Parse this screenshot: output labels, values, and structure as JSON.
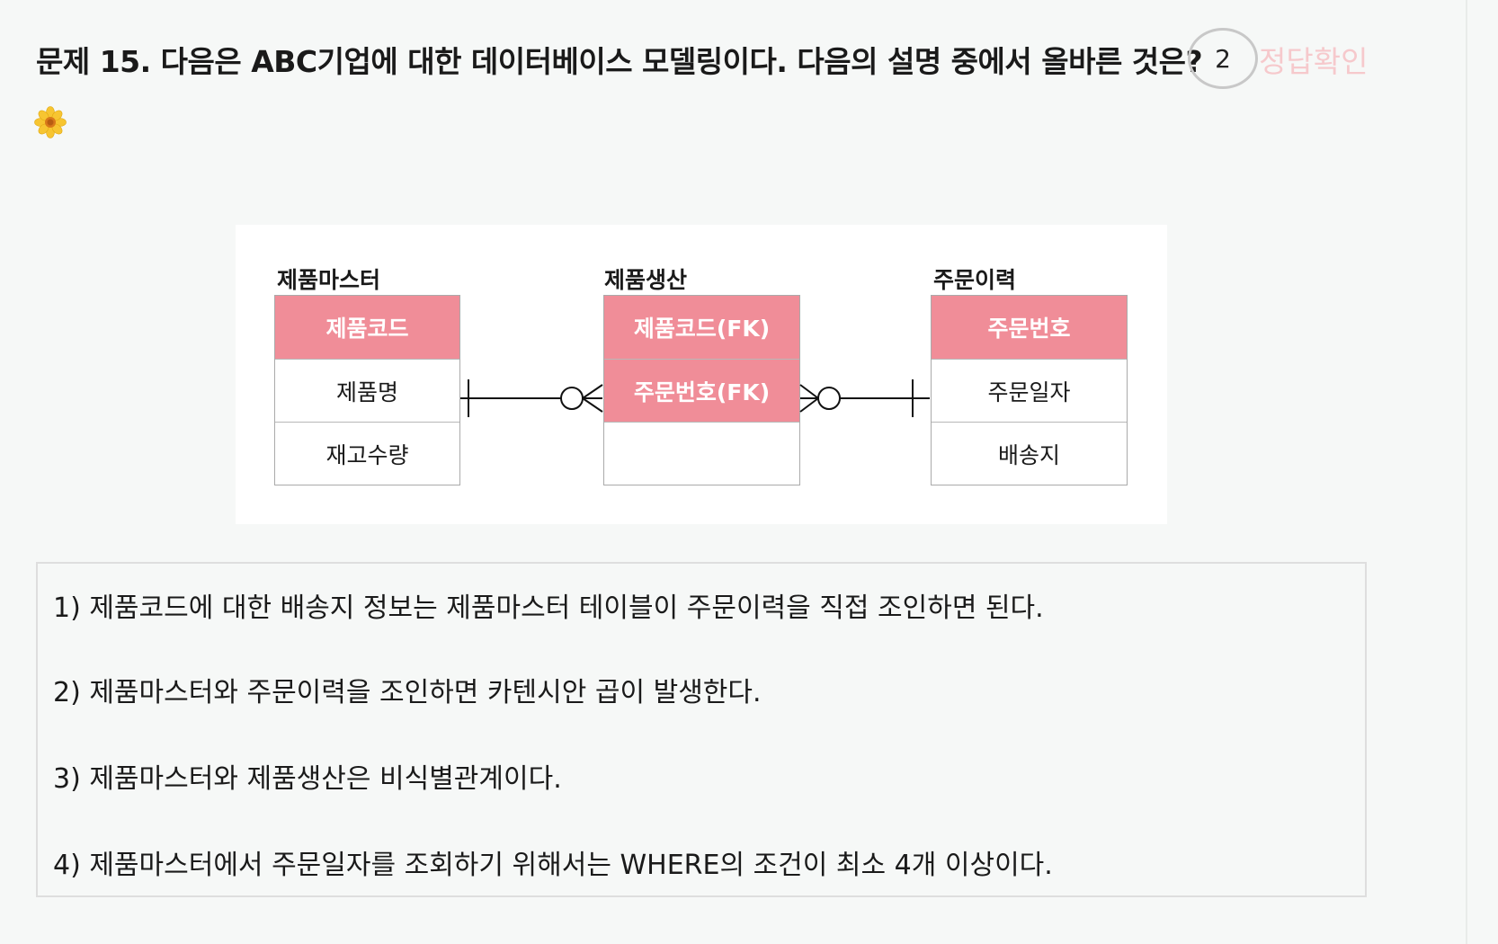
{
  "question": {
    "title": "문제 15. 다음은 ABC기업에 대한 데이터베이스 모델링이다. 다음의 설명 중에서 올바른 것은?",
    "answer_value": "2",
    "check_label": "정답확인"
  },
  "icons": {
    "flower": "flower-icon"
  },
  "diagram": {
    "entities": [
      {
        "title": "제품마스터",
        "keys": [
          "제품코드"
        ],
        "attributes": [
          "제품명",
          "재고수량"
        ]
      },
      {
        "title": "제품생산",
        "keys": [
          "제품코드(FK)",
          "주문번호(FK)"
        ],
        "attributes": [
          ""
        ]
      },
      {
        "title": "주문이력",
        "keys": [
          "주문번호"
        ],
        "attributes": [
          "주문일자",
          "배송지"
        ]
      }
    ],
    "relationships": [
      {
        "from": "제품마스터",
        "to": "제품생산",
        "from_end": "one",
        "to_end": "zero-or-many"
      },
      {
        "from": "주문이력",
        "to": "제품생산",
        "from_end": "one",
        "to_end": "zero-or-many"
      }
    ],
    "colors": {
      "key_fill": "#f08d98",
      "key_text": "#ffffff"
    }
  },
  "options": [
    "1) 제품코드에 대한 배송지 정보는 제품마스터 테이블이 주문이력을 직접 조인하면 된다.",
    "2) 제품마스터와 주문이력을 조인하면 카텐시안 곱이 발생한다.",
    "3) 제품마스터와 제품생산은 비식별관계이다.",
    "4) 제품마스터에서 주문일자를 조회하기 위해서는 WHERE의 조건이 최소 4개 이상이다."
  ]
}
